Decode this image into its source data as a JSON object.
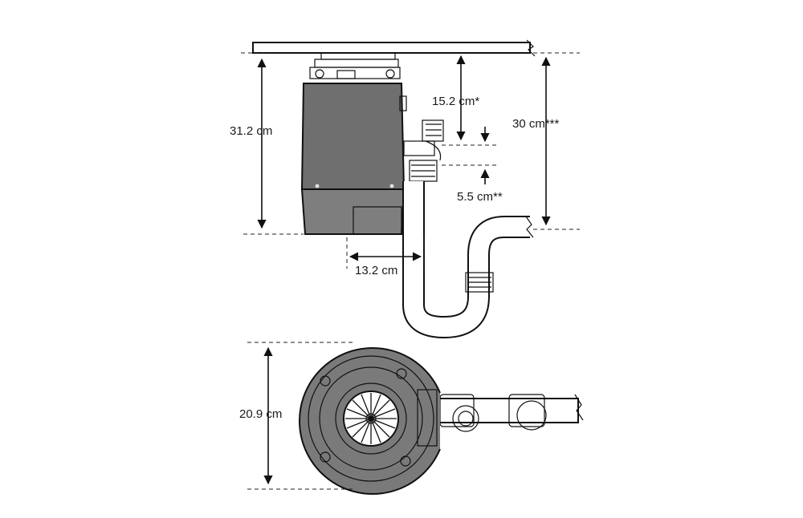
{
  "dimensions": {
    "height_unit": "31.2 cm",
    "inlet_drop": "15.2 cm*",
    "outlet_to_trap": "30 cm***",
    "dishwasher_inlet_drop": "5.5 cm**",
    "outlet_offset": "13.2 cm",
    "unit_diameter": "20.9 cm"
  },
  "colors": {
    "body_dark": "#6f6f6f",
    "body_light": "#8a8a8a",
    "pipe_fill": "#ffffff",
    "line": "#111111"
  }
}
